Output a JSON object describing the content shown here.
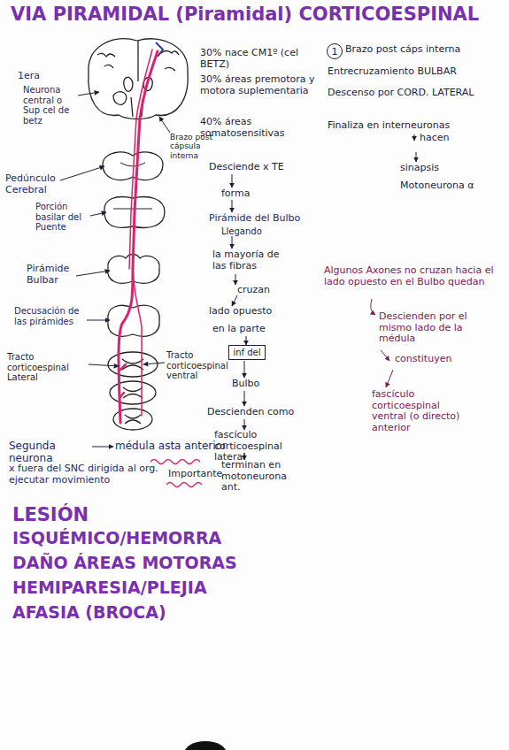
{
  "diagram": {
    "title": "VIA PIRAMIDAL (Piramidal) CORTICOESPINAL",
    "nodes": [
      {
        "text": [
          "1"
        ]
      },
      {
        "text": [
          "inf del"
        ]
      }
    ],
    "labels": [
      "1era",
      "Neurona central o Sup cel de betz",
      "Brazo post cápsula interna",
      "Pedúnculo Cerebral",
      "Porción basilar del Puente",
      "Pirámide Bulbar",
      "Decusación de las pirámides",
      "Tracto corticoespinal Lateral",
      "Tracto corticoespinal ventral",
      "Segunda neurona",
      "médula asta anterior",
      "x fuera del SNC dirigida al org. ejecutar movimiento",
      "Importante",
      "LESIÓN",
      "ISQUÉMICO/HEMORRA",
      "DAÑO ÁREAS MOTORAS",
      "HEMIPARESIA/PLEJIA",
      "AFASIA (BROCA)",
      "30% nace CM1º (cel BETZ)",
      "30% áreas premotora y motora suplementaria",
      "40% áreas somatosensitivas",
      "Desciende x TE",
      "forma",
      "Pirámide del Bulbo",
      "Llegando",
      "la mayoría de las fibras",
      "cruzan",
      "lado opuesto",
      "en la parte",
      "Bulbo",
      "Descienden como",
      "fascículo corticoespinal lateral",
      "terminan en motoneurona ant.",
      "Brazo post cáps interna",
      "Entrecruzamiento BULBAR",
      "Descenso por CORD. LATERAL",
      "Finaliza en interneuronas",
      "hacen",
      "sinapsis",
      "Motoneurona α",
      "Algunos Axones no cruzan hacia el lado opuesto en el Bulbo quedan",
      "Descienden por el mismo lado de la médula",
      "constituyen",
      "fascículo corticoespinal ventral (o directo) anterior"
    ]
  }
}
